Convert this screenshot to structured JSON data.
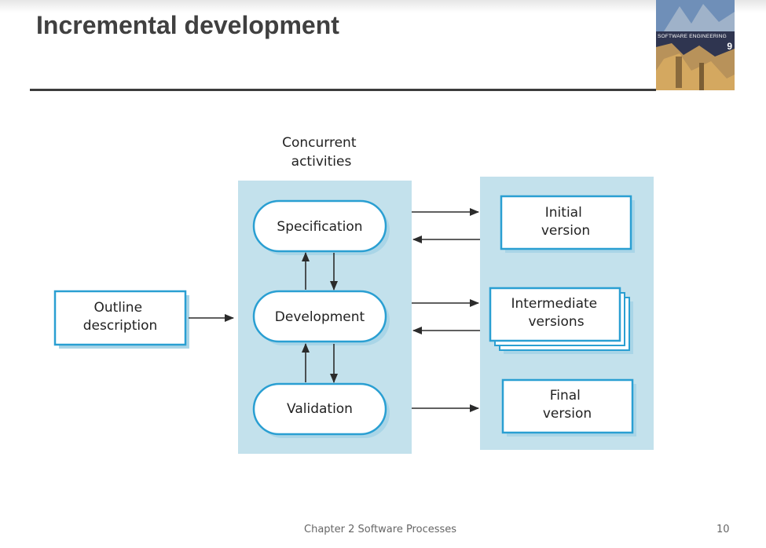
{
  "slide": {
    "title": "Incremental development",
    "footer": "Chapter 2 Software Processes",
    "page_number": "10"
  },
  "book": {
    "caption": "SOFTWARE ENGINEERING",
    "number": "9"
  },
  "diagram": {
    "concurrent_heading": [
      "Concurrent",
      "activities"
    ],
    "outline": [
      "Outline",
      "description"
    ],
    "activities": {
      "specification": "Specification",
      "development": "Development",
      "validation": "Validation"
    },
    "versions": {
      "initial": [
        "Initial",
        "version"
      ],
      "intermediate": [
        "Intermediate",
        "versions"
      ],
      "final": [
        "Final",
        "version"
      ]
    }
  },
  "colors": {
    "panel": "#c3e1ec",
    "box_border": "#2a9fd2",
    "shadow": "#a9d5e7",
    "arrow": "#2b2b2b",
    "title": "#404040"
  }
}
